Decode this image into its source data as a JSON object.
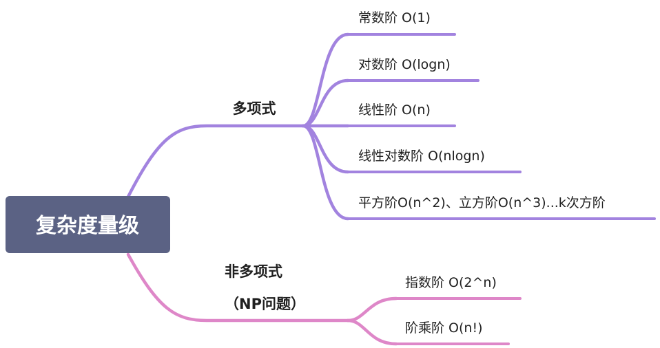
{
  "root": {
    "label": "复杂度量级"
  },
  "colors": {
    "root_box": "#5b6284",
    "polynomial_branch": "#a283df",
    "non_polynomial_branch": "#de87c8"
  },
  "branches": [
    {
      "label": "多项式",
      "color": "#a283df",
      "children": [
        {
          "label": "常数阶 O(1)"
        },
        {
          "label": "对数阶 O(logn)"
        },
        {
          "label": "线性阶 O(n)"
        },
        {
          "label": "线性对数阶 O(nlogn)"
        },
        {
          "label": "平方阶O(n^2)、立方阶O(n^3)...k次方阶"
        }
      ]
    },
    {
      "label_line1": "非多项式",
      "label_line2": "（NP问题）",
      "color": "#de87c8",
      "children": [
        {
          "label": "指数阶 O(2^n)"
        },
        {
          "label": "阶乘阶 O(n!)"
        }
      ]
    }
  ]
}
